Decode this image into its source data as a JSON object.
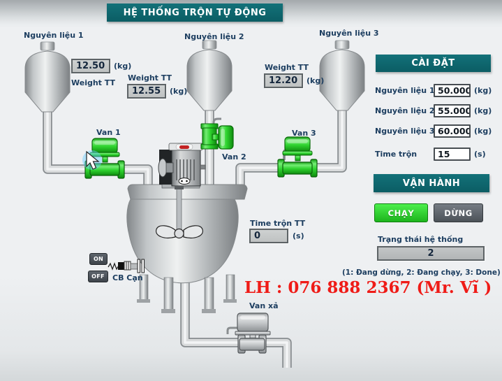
{
  "title": "HỆ THỐNG TRỘN TỰ ĐỘNG",
  "hoppers": [
    {
      "label": "Nguyên liệu 1",
      "weight_label": "Weight TT",
      "value": "12.50",
      "unit": "(kg)"
    },
    {
      "label": "Nguyên liệu 2",
      "weight_label": "Weight TT",
      "value": "12.55",
      "unit": "(kg)"
    },
    {
      "label": "Nguyên liệu 3",
      "weight_label": "Weight TT",
      "value": "12.20",
      "unit": "(kg)"
    }
  ],
  "valves": {
    "van1": "Van 1",
    "van2": "Van 2",
    "van3": "Van 3",
    "van_xa": "Van xả"
  },
  "mix_time": {
    "label": "Time trộn TT",
    "value": "0",
    "unit": "(s)"
  },
  "level_switch": {
    "on": "ON",
    "off": "OFF",
    "label": "CB Cạn"
  },
  "settings": {
    "header": "CÀI ĐẶT",
    "rows": [
      {
        "label": "Nguyên liệu 1",
        "value": "50.000",
        "unit": "(kg)"
      },
      {
        "label": "Nguyên liệu 2",
        "value": "55.000",
        "unit": "(kg)"
      },
      {
        "label": "Nguyên liệu 3",
        "value": "60.000",
        "unit": "(kg)"
      },
      {
        "label": "Time trộn",
        "value": "15",
        "unit": "(s)"
      }
    ]
  },
  "operation": {
    "header": "VẬN HÀNH",
    "run_label": "CHẠY",
    "stop_label": "DỪNG",
    "status_label": "Trạng thái hệ thống",
    "status_value": "2",
    "status_legend": "(1: Đang dừng, 2: Đang chạy, 3: Done)"
  },
  "contact": "LH : 076 888 2367 (Mr. Vĩ )",
  "colors": {
    "teal": "#0e6a72",
    "valve_green": "#2fd32f",
    "run_green": "#28d428",
    "alert_red": "#ef1b17",
    "label_navy": "#1d3e60"
  }
}
